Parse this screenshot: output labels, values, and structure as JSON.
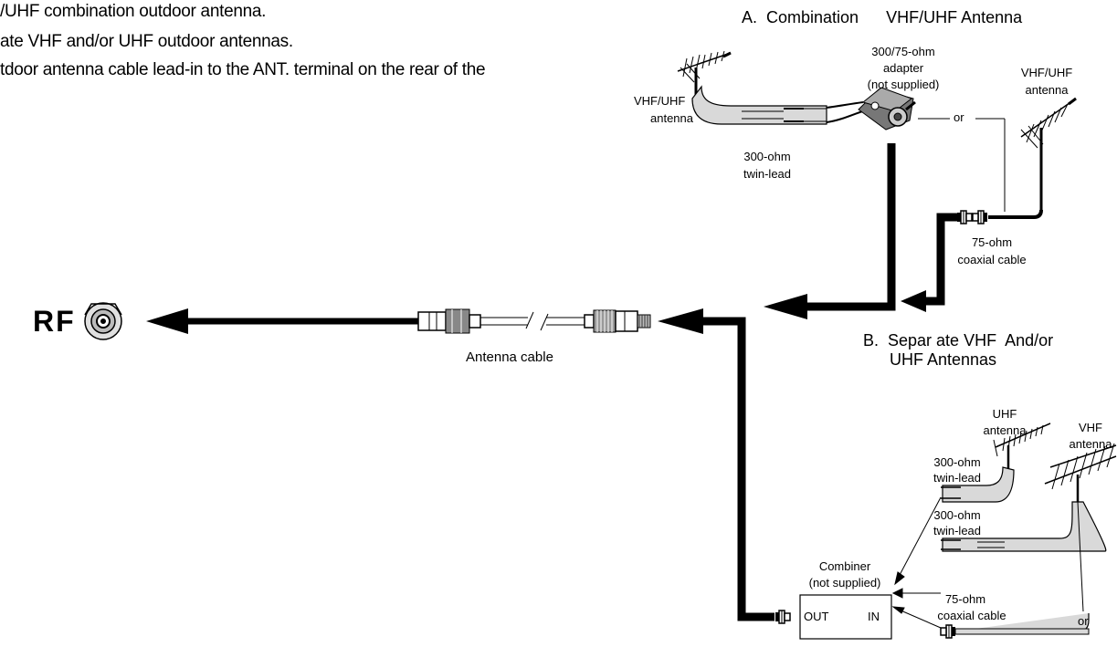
{
  "intro": {
    "line1": "/UHF combination outdoor antenna.",
    "line2": "ate VHF and/or UHF outdoor antennas.",
    "line3": "tdoor antenna cable lead-in to the ANT. terminal on the rear of the"
  },
  "section_a": {
    "title": "A.  Combination      VHF/UHF Antenna",
    "vhf_uhf_left_1": "VHF/UHF",
    "vhf_uhf_left_2": "antenna",
    "adapter_1": "300/75-ohm",
    "adapter_2": "adapter",
    "adapter_3": "(not supplied)",
    "twin_lead_1": "300-ohm",
    "twin_lead_2": "twin-lead",
    "or": "or",
    "vhf_uhf_right_1": "VHF/UHF",
    "vhf_uhf_right_2": "antenna",
    "coax_1": "75-ohm",
    "coax_2": "coaxial cable"
  },
  "section_b": {
    "title_1": "B.  Separ ate VHF  And/or",
    "title_2": "UHF Antennas",
    "uhf_1": "UHF",
    "uhf_2": "antenna",
    "vhf_1": "VHF",
    "vhf_2": "antenna",
    "twin1_1": "300-ohm",
    "twin1_2": "twin-lead",
    "twin2_1": "300-ohm",
    "twin2_2": "twin-lead",
    "coax_1": "75-ohm",
    "coax_2": "coaxial cable",
    "or": "or",
    "combiner_1": "Combiner",
    "combiner_2": "(not supplied)",
    "out": "OUT",
    "in": "IN"
  },
  "rf_label": "RF",
  "antenna_cable": "Antenna cable"
}
